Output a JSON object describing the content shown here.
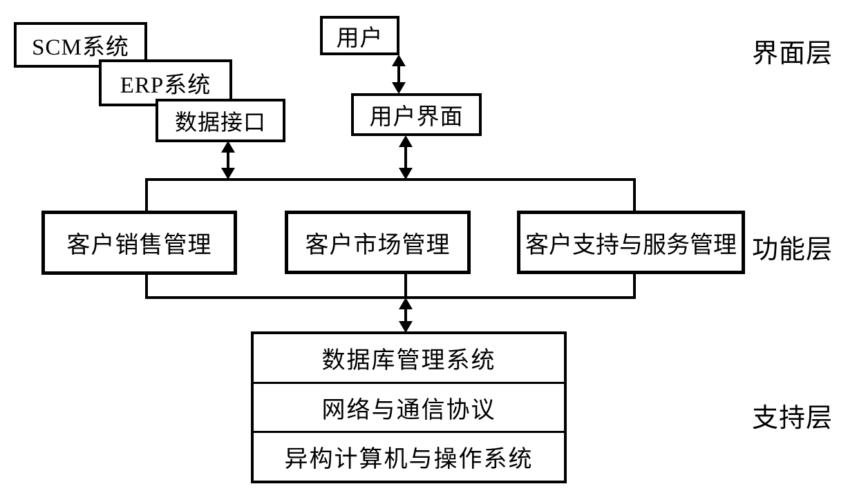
{
  "colors": {
    "line": "#000000",
    "background": "#ffffff"
  },
  "external_systems": {
    "scm": "SCM系统",
    "erp": "ERP系统",
    "data_interface": "数据接口"
  },
  "interface_layer": {
    "label": "界面层",
    "user": "用户",
    "user_interface": "用户界面"
  },
  "function_layer": {
    "label": "功能层",
    "sales": "客户销售管理",
    "market": "客户市场管理",
    "support_service": "客户支持与服务管理"
  },
  "support_layer": {
    "label": "支持层",
    "rows": [
      "数据库管理系统",
      "网络与通信协议",
      "异构计算机与操作系统"
    ]
  }
}
